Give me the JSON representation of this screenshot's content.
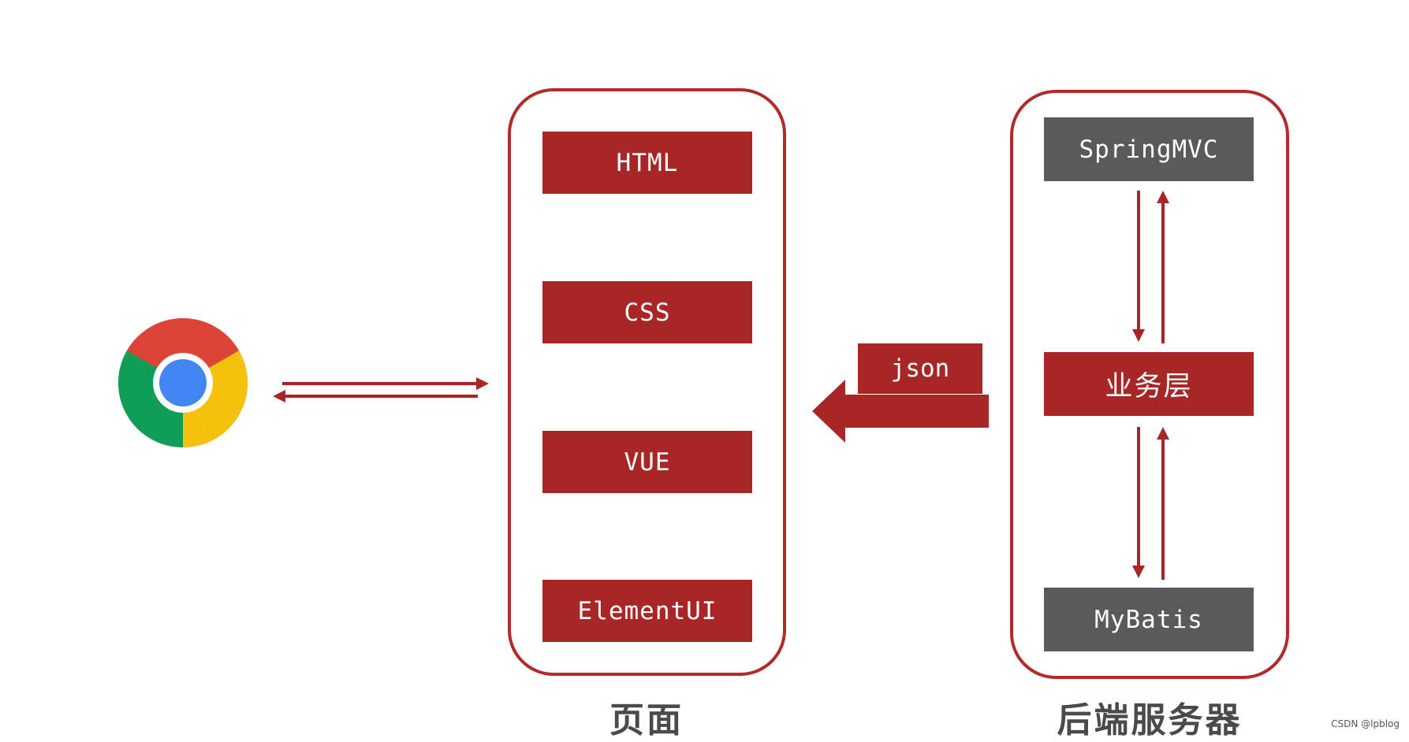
{
  "page_panel": {
    "items": [
      "HTML",
      "CSS",
      "VUE",
      "ElementUI"
    ],
    "caption": "页面"
  },
  "server_panel": {
    "top": "SpringMVC",
    "middle": "业务层",
    "bottom": "MyBatis",
    "caption": "后端服务器"
  },
  "json_label": "json",
  "browser_icon": "chrome-browser-icon",
  "credit": "CSDN @lpblog",
  "colors": {
    "accent_red": "#a82726",
    "panel_border": "#b22a2a",
    "dark_gray": "#5a5a5a",
    "caption_text": "#4a4a4a"
  }
}
